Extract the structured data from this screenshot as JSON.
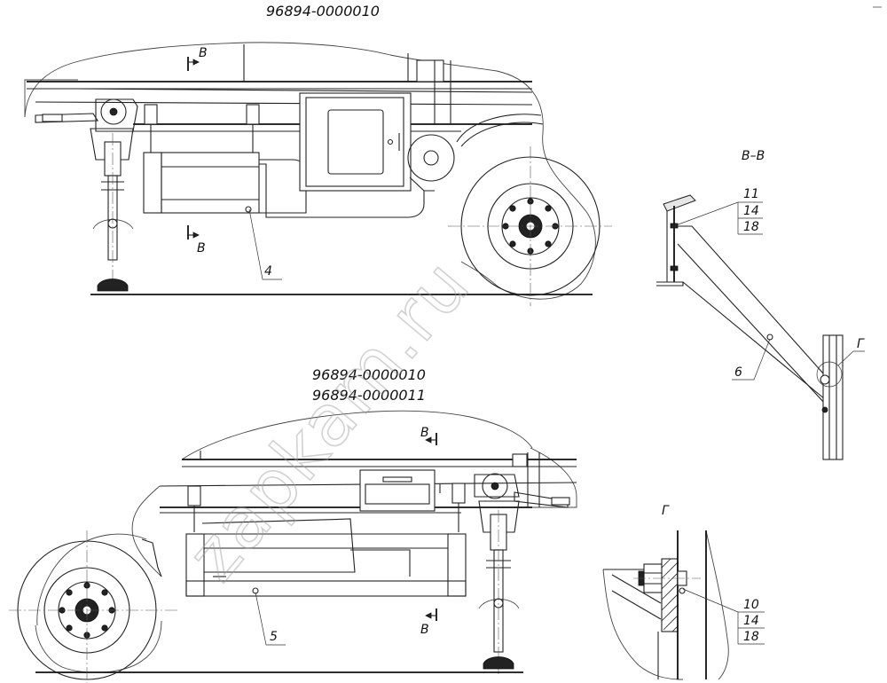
{
  "drawing_codes": {
    "top": "96894-0000010",
    "bottom_line1": "96894-0000010",
    "bottom_line2": "96894-0000011"
  },
  "section_marks": {
    "top_upper": "В",
    "top_lower": "В",
    "bottom_upper": "В",
    "bottom_lower": "В"
  },
  "section_titles": {
    "section_v": "В–В",
    "detail_g": "Г"
  },
  "detail_callout": "Г",
  "position_numbers": {
    "top_view_part": "4",
    "bottom_view_part": "5",
    "section_part": "6"
  },
  "callout_stacks": {
    "section": [
      "11",
      "14",
      "18"
    ],
    "detail": [
      "10",
      "14",
      "18"
    ]
  },
  "watermark": "zapkam.ru"
}
